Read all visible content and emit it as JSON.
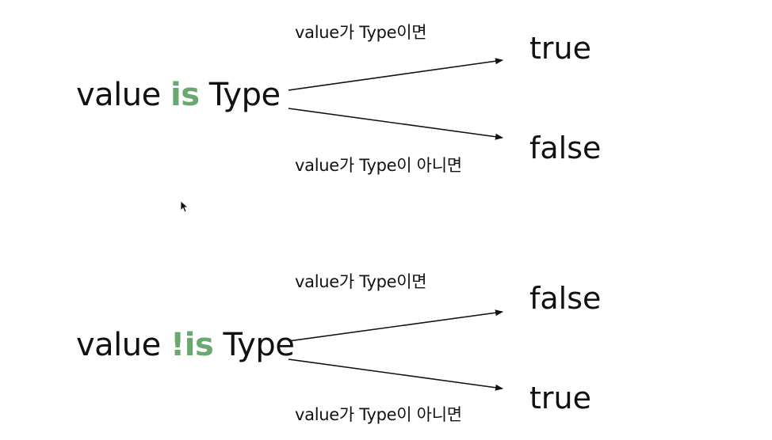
{
  "colors": {
    "text": "#111111",
    "keyword": "#6aa86f",
    "arrow": "#111111",
    "background": "#ffffff"
  },
  "diagrams": [
    {
      "expression": {
        "left": "value ",
        "keyword": "is",
        "right": " Type"
      },
      "upper": {
        "condition": "value가 Type이면",
        "result": "true"
      },
      "lower": {
        "condition": "value가 Type이 아니면",
        "result": "false"
      }
    },
    {
      "expression": {
        "left": "value ",
        "keyword": "!is",
        "right": " Type"
      },
      "upper": {
        "condition": "value가 Type이면",
        "result": "false"
      },
      "lower": {
        "condition": "value가 Type이 아니면",
        "result": "true"
      }
    }
  ],
  "icons": {
    "cursor": "mouse-pointer-icon"
  }
}
